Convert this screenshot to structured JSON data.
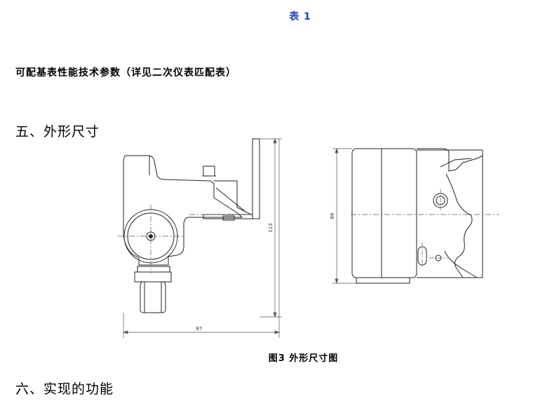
{
  "header": {
    "table_caption": "表 1",
    "table_caption_color": "#1f3fbf"
  },
  "content": {
    "paragraph": "可配基表性能技术参数（详见二次仪表匹配表）",
    "section5_title": "五、外形尺寸",
    "figure": {
      "dim_width": "87",
      "dim_height_front": "113",
      "dim_height_side": "86",
      "caption": "图3  外形尺寸图"
    },
    "section6_title": "六、实现的功能"
  }
}
